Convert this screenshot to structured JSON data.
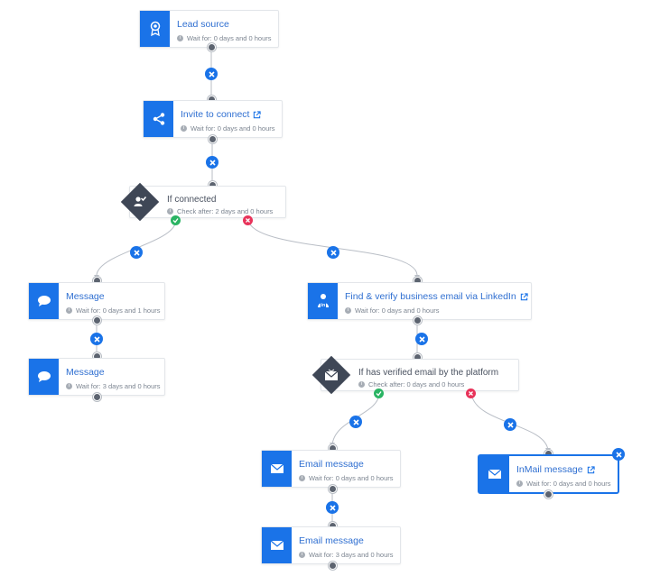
{
  "nodes": {
    "lead_source": {
      "title": "Lead source",
      "sub": "Wait for: 0 days and 0 hours"
    },
    "invite": {
      "title": "Invite to connect",
      "sub": "Wait for: 0 days and 0 hours"
    },
    "if_connected": {
      "title": "If connected",
      "sub": "Check after: 2 days and 0 hours"
    },
    "message1": {
      "title": "Message",
      "sub": "Wait for: 0 days and 1 hours"
    },
    "message2": {
      "title": "Message",
      "sub": "Wait for: 3 days and 0 hours"
    },
    "find_email": {
      "title": "Find & verify business email via LinkedIn",
      "sub": "Wait for: 0 days and 0 hours"
    },
    "if_verified": {
      "title": "If has verified email by the platform",
      "sub": "Check after: 0 days and 0 hours"
    },
    "email1": {
      "title": "Email message",
      "sub": "Wait for: 0 days and 0 hours"
    },
    "email2": {
      "title": "Email message",
      "sub": "Wait for: 3 days and 0 hours"
    },
    "inmail": {
      "title": "InMail message",
      "sub": "Wait for: 0 days and 0 hours"
    }
  },
  "colors": {
    "accent": "#1a73e8",
    "yes": "#2ab463",
    "no": "#e8335a",
    "condition": "#3f4756"
  }
}
